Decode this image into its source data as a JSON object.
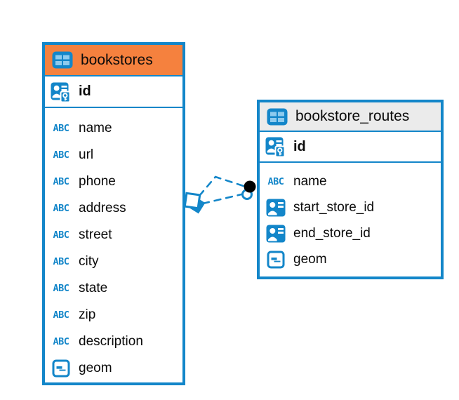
{
  "colors": {
    "primary_blue": "#1386c9",
    "table_icon_cells": "#8ecbee",
    "bookstores_header_bg": "#f5813e",
    "routes_header_bg": "#ebebeb",
    "relationship_line": "#1386c9",
    "relationship_dot": "#000000",
    "text": "#0b0b0b"
  },
  "icons": {
    "abc_label": "ABC"
  },
  "tables": [
    {
      "name": "bookstores",
      "icon": "table-icon",
      "primary_key": {
        "name": "id",
        "icon": "person-key-icon"
      },
      "columns": [
        {
          "name": "name",
          "icon": "abc-text-icon"
        },
        {
          "name": "url",
          "icon": "abc-text-icon"
        },
        {
          "name": "phone",
          "icon": "abc-text-icon"
        },
        {
          "name": "address",
          "icon": "abc-text-icon"
        },
        {
          "name": "street",
          "icon": "abc-text-icon"
        },
        {
          "name": "city",
          "icon": "abc-text-icon"
        },
        {
          "name": "state",
          "icon": "abc-text-icon"
        },
        {
          "name": "zip",
          "icon": "abc-text-icon"
        },
        {
          "name": "description",
          "icon": "abc-text-icon"
        },
        {
          "name": "geom",
          "icon": "geometry-icon"
        }
      ]
    },
    {
      "name": "bookstore_routes",
      "icon": "table-icon",
      "primary_key": {
        "name": "id",
        "icon": "person-key-icon"
      },
      "columns": [
        {
          "name": "name",
          "icon": "abc-text-icon"
        },
        {
          "name": "start_store_id",
          "icon": "person-card-icon"
        },
        {
          "name": "end_store_id",
          "icon": "person-card-icon"
        },
        {
          "name": "geom",
          "icon": "geometry-icon"
        }
      ]
    }
  ],
  "relationship": {
    "line_style": "dashed",
    "source_endpoint": "diamond",
    "target_endpoint": "filled-dot"
  }
}
